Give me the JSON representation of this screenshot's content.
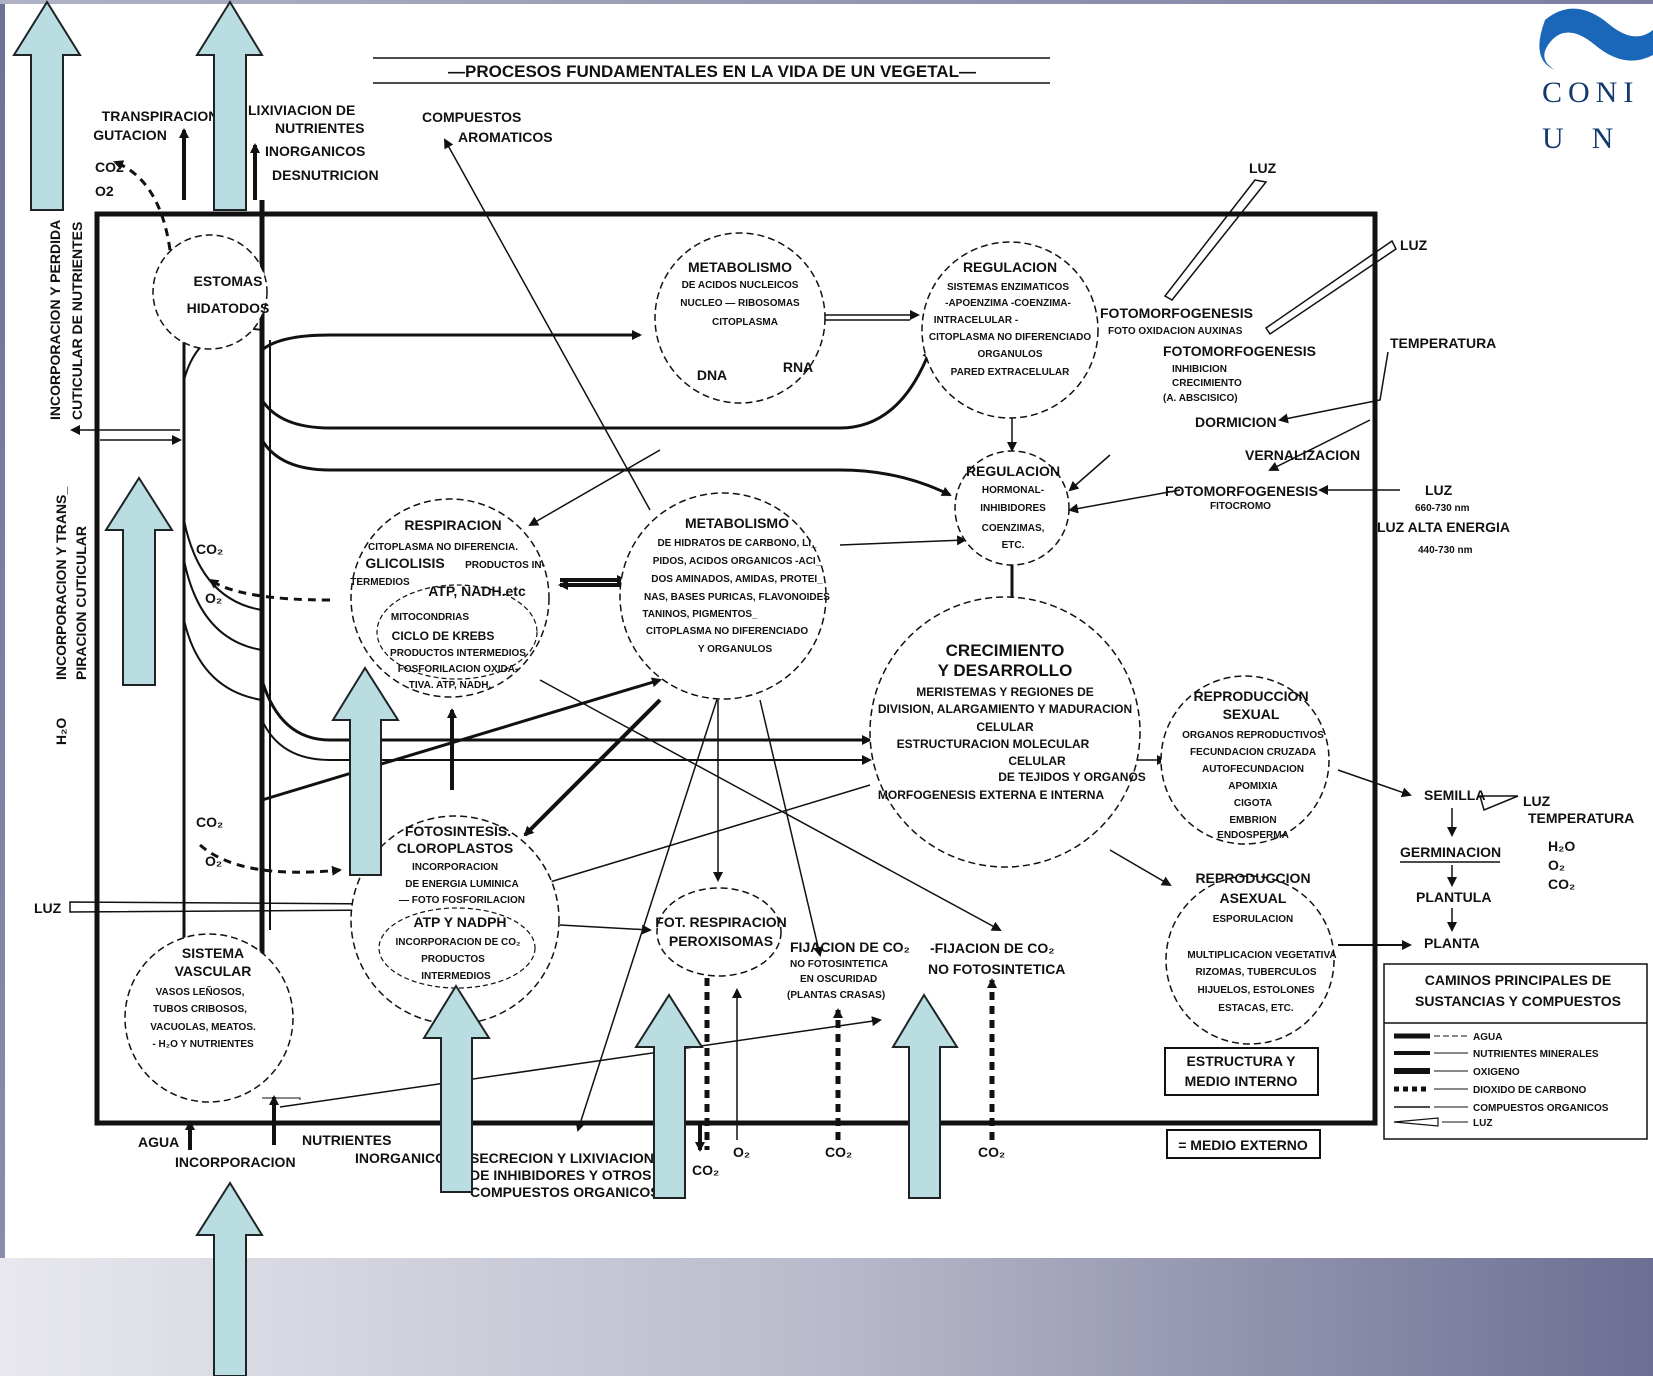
{
  "title": "—PROCESOS  FUNDAMENTALES  EN  LA  VIDA  DE  UN  VEGETAL—",
  "logo_text": {
    "line1": "CONI",
    "line2": "UN"
  },
  "external_top": {
    "transpiracion": "TRANSPIRACION",
    "gutacion": "GUTACION",
    "co2": "CO2",
    "o2": "O2",
    "lixiviacion": [
      "LIXIVIACION DE",
      "NUTRIENTES",
      "INORGANICOS",
      "DESNUTRICION"
    ],
    "compuestos_aromaticos": [
      "COMPUESTOS",
      "AROMATICOS"
    ]
  },
  "left_side": {
    "incorporacion_perdida": [
      "INCORPORACION Y PERDIDA",
      "CUTICULAR DE NUTRIENTES"
    ],
    "h2o": "H₂O",
    "incorporacion_transpiracion": [
      "INCORPORACION Y TRANS_",
      "PIRACION CUTICULAR"
    ],
    "luz": "LUZ"
  },
  "nodes": {
    "estomas": [
      "ESTOMAS",
      "HIDATODOS"
    ],
    "metabolismo_na": [
      "METABOLISMO",
      "DE ACIDOS NUCLEICOS",
      "NUCLEO — RIBOSOMAS",
      "CITOPLASMA",
      "DNA",
      "RNA"
    ],
    "regulacion_enz": [
      "REGULACION",
      "SISTEMAS ENZIMATICOS",
      "-APOENZIMA -COENZIMA-",
      "INTRACELULAR -",
      "CITOPLASMA NO DIFERENCIADO",
      "ORGANULOS",
      "PARED EXTRACELULAR"
    ],
    "regulacion_horm": [
      "REGULACION",
      "HORMONAL-",
      "INHIBIDORES",
      "COENZIMAS,",
      "ETC."
    ],
    "respiracion": [
      "RESPIRACION",
      "CITOPLASMA NO DIFERENCIA.",
      "GLICOLISIS",
      "PRODUCTOS IN-",
      "TERMEDIOS",
      "ATP, NADH.etc",
      "MITOCONDRIAS",
      "CICLO DE KREBS",
      "PRODUCTOS INTERMEDIOS",
      "FOSFORILACION OXIDA-",
      "TIVA. ATP, NADH."
    ],
    "metabolismo_hc": [
      "METABOLISMO",
      "DE HIDRATOS DE CARBONO, LI_",
      "PIDOS, ACIDOS ORGANICOS -ACI_",
      "DOS AMINADOS, AMIDAS, PROTEI_",
      "NAS, BASES PURICAS, FLAVONOIDES",
      "TANINOS, PIGMENTOS_",
      "CITOPLASMA NO DIFERENCIADO",
      "Y ORGANULOS"
    ],
    "crecimiento": [
      "CRECIMIENTO",
      "Y DESARROLLO",
      "MERISTEMAS Y REGIONES DE",
      "DIVISION, ALARGAMIENTO Y MADURACION",
      "CELULAR",
      "ESTRUCTURACION MOLECULAR",
      "CELULAR",
      "DE TEJIDOS Y ORGANOS",
      "MORFOGENESIS EXTERNA E INTERNA"
    ],
    "fotosintesis": [
      "FOTOSINTESIS.",
      "CLOROPLASTOS",
      "INCORPORACION",
      "DE ENERGIA LUMINICA",
      "— FOTO FOSFORILACION",
      "ATP Y NADPH",
      "INCORPORACION DE CO₂",
      "PRODUCTOS",
      "INTERMEDIOS"
    ],
    "fot_respiracion": [
      "FOT. RESPIRACION",
      "PEROXISOMAS"
    ],
    "sistema_vascular": [
      "SISTEMA",
      "VASCULAR",
      "VASOS LEÑOSOS,",
      "TUBOS CRIBOSOS,",
      "VACUOLAS, MEATOS.",
      "- H₂O Y NUTRIENTES"
    ],
    "reproduccion_sexual": [
      "REPRODUCCION",
      "SEXUAL",
      "ORGANOS REPRODUCTIVOS",
      "FECUNDACION CRUZADA",
      "AUTOFECUNDACION",
      "APOMIXIA",
      "CIGOTA",
      "EMBRION",
      "ENDOSPERMA"
    ],
    "reproduccion_asexual": [
      "REPRODUCCION",
      "ASEXUAL",
      "ESPORULACION",
      "MULTIPLICACION VEGETATIVA",
      "RIZOMAS, TUBERCULOS",
      "HIJUELOS, ESTOLONES",
      "ESTACAS, ETC."
    ]
  },
  "right_side": {
    "luz": "LUZ",
    "fotomorfogenesis1": [
      "FOTOMORFOGENESIS",
      "FOTO OXIDACION AUXINAS"
    ],
    "fotomorfogenesis2": [
      "FOTOMORFOGENESIS",
      "INHIBICION",
      "CRECIMIENTO",
      "(A. ABSCISICO)"
    ],
    "temperatura": "TEMPERATURA",
    "dormicion": "DORMICION",
    "vernalizacion": "VERNALIZACION",
    "fotomorfogenesis3": [
      "FOTOMORFOGENESIS",
      "FITOCROMO"
    ],
    "luz_660": [
      "LUZ",
      "660-730 nm"
    ],
    "luz_alta": [
      "LUZ ALTA ENERGIA",
      "440-730 nm"
    ],
    "semilla": "SEMILLA",
    "temperatura2": "TEMPERATURA",
    "germinacion": "GERMINACION",
    "gases": [
      "H₂O",
      "O₂",
      "CO₂"
    ],
    "plantula": "PLANTULA",
    "planta": "PLANTA"
  },
  "fijacion": {
    "f1": [
      "FIJACION DE CO₂",
      "NO FOTOSINTETICA",
      "EN OSCURIDAD",
      "(PLANTAS CRASAS)"
    ],
    "f2": [
      "-FIJACION DE CO₂",
      "NO FOTOSINTETICA"
    ]
  },
  "bottom": {
    "agua": "AGUA",
    "incorporacion": "INCORPORACION",
    "nutrientes": [
      "NUTRIENTES",
      "INORGANICOS"
    ],
    "secrecion": [
      "SECRECION Y LIXIVIACION",
      "DE INHIBIDORES Y OTROS",
      "COMPUESTOS ORGANICOS"
    ],
    "co2": "CO₂",
    "o2": "O₂"
  },
  "inner_labels": {
    "co2": "CO₂",
    "o2": "O₂"
  },
  "boxes": {
    "estructura": [
      "ESTRUCTURA Y",
      "MEDIO INTERNO"
    ],
    "medio_externo": "= MEDIO EXTERNO"
  },
  "legend": {
    "title": [
      "CAMINOS PRINCIPALES DE",
      "SUSTANCIAS Y COMPUESTOS"
    ],
    "items": [
      "AGUA",
      "NUTRIENTES MINERALES",
      "OXIGENO",
      "DIOXIDO DE CARBONO",
      "COMPUESTOS ORGANICOS",
      "LUZ"
    ]
  },
  "colors": {
    "overlay_arrow_fill": "#b9dde1",
    "overlay_arrow_stroke": "#1f2326",
    "ink": "#111111",
    "logo_blue": "#1a66b8"
  }
}
